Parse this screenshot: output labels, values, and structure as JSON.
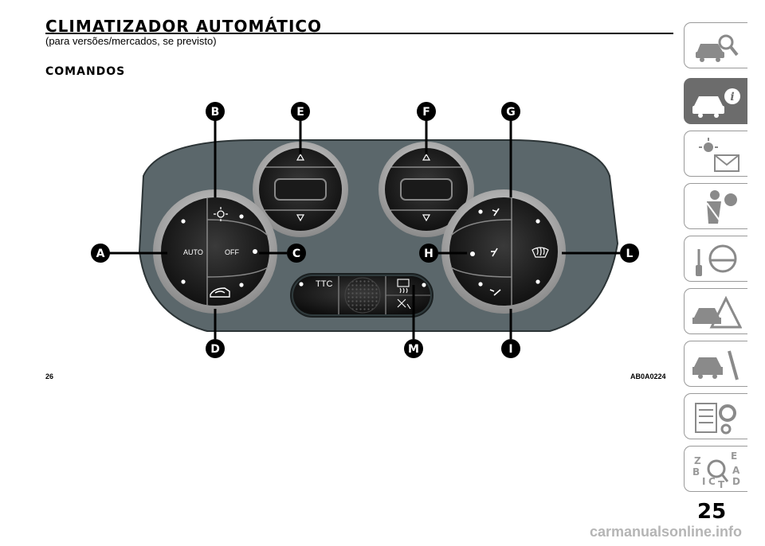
{
  "header": {
    "title": "CLIMATIZADOR AUTOMÁTICO",
    "subtitle": "(para versões/mercados, se previsto)"
  },
  "section": {
    "title": "COMANDOS"
  },
  "figure": {
    "callouts": {
      "a": "A",
      "b": "B",
      "c": "C",
      "d": "D",
      "e": "E",
      "f": "F",
      "g": "G",
      "h": "H",
      "i": "I",
      "l": "L",
      "m": "M"
    },
    "buttons": {
      "auto": "AUTO",
      "off": "OFF",
      "ttc": "TTC"
    },
    "left_number": "26",
    "code": "AB0A0224"
  },
  "sidebar": {
    "tabs": [
      {
        "icon": "car-magnifier-icon",
        "active": false
      },
      {
        "icon": "car-info-icon",
        "active": true
      },
      {
        "icon": "warning-lights-icon",
        "active": false
      },
      {
        "icon": "seatbelt-airbag-icon",
        "active": false
      },
      {
        "icon": "steering-wheel-key-icon",
        "active": false
      },
      {
        "icon": "car-emergency-icon",
        "active": false
      },
      {
        "icon": "car-wrench-icon",
        "active": false
      },
      {
        "icon": "specs-gear-icon",
        "active": false
      },
      {
        "icon": "index-letters-icon",
        "active": false
      }
    ],
    "index_letters": [
      "Z",
      "E",
      "A",
      "B",
      "I",
      "C",
      "T",
      "D"
    ]
  },
  "page_number": "25",
  "watermark": "carmanualsonline.info"
}
